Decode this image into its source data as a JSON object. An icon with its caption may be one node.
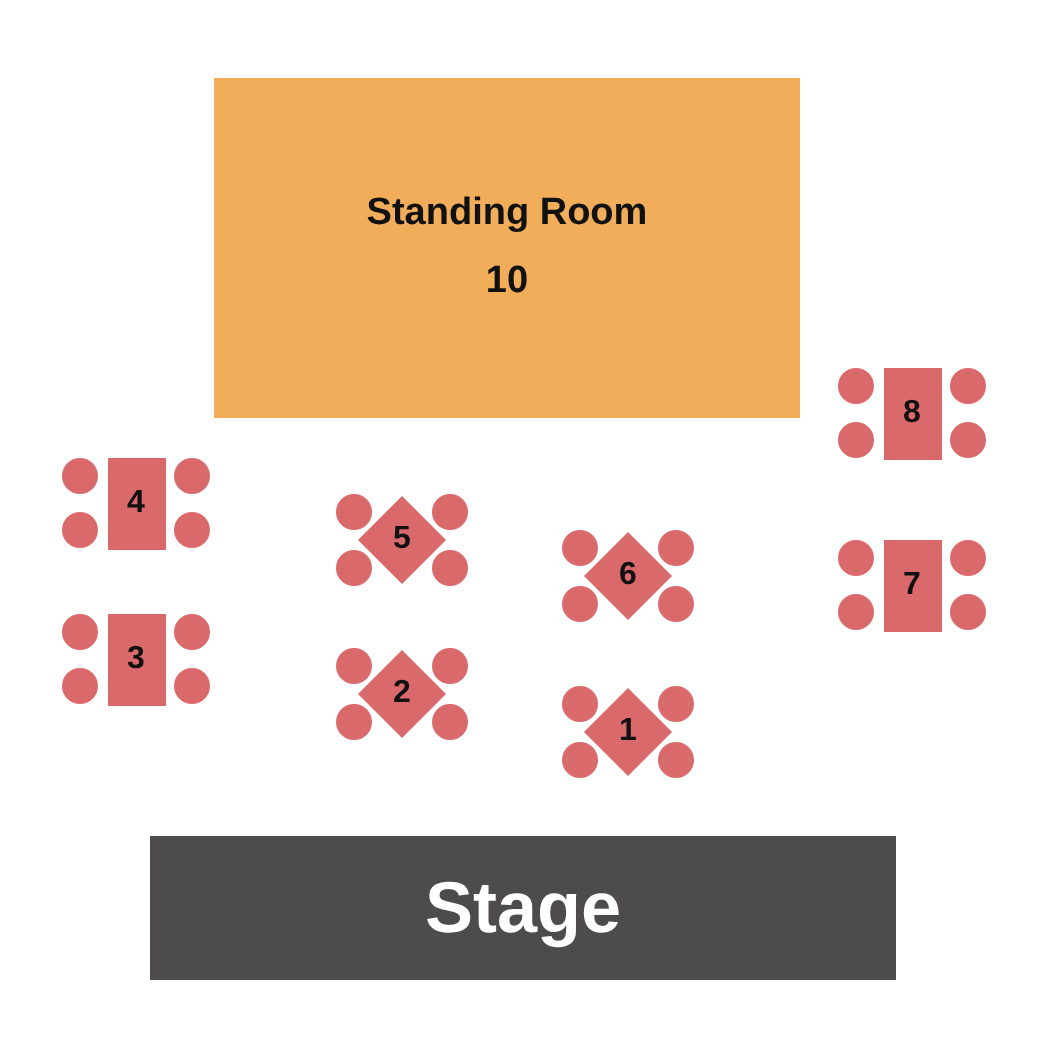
{
  "diagram": {
    "nodes": [
      {
        "text": [
          "Standing Room",
          "10"
        ]
      },
      {
        "text": [
          "8"
        ]
      },
      {
        "text": [
          "4"
        ]
      },
      {
        "text": [
          "5"
        ]
      },
      {
        "text": [
          "6"
        ]
      },
      {
        "text": [
          "7"
        ]
      },
      {
        "text": [
          "3"
        ]
      },
      {
        "text": [
          "2"
        ]
      },
      {
        "text": [
          "1"
        ]
      },
      {
        "text": [
          "Stage"
        ]
      }
    ],
    "edges": []
  }
}
